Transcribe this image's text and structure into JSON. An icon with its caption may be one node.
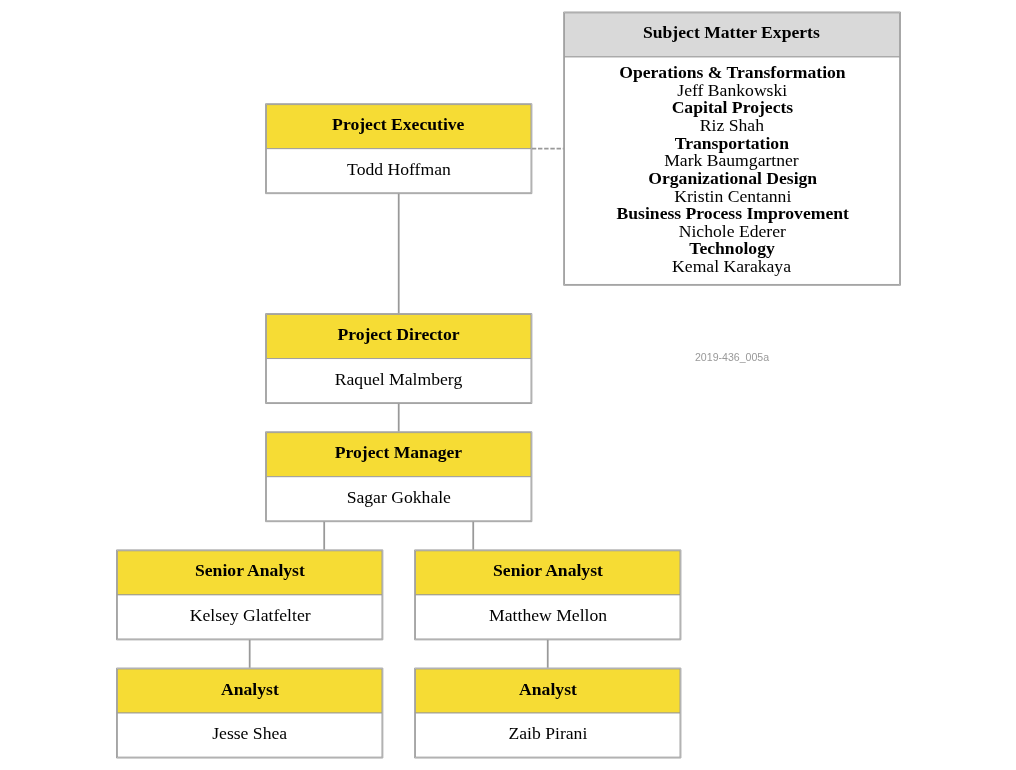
{
  "diagram": {
    "nodes": [
      {
        "text": [
          "Project Executive",
          "Todd Hoffman"
        ]
      },
      {
        "text": [
          "Project Director",
          "Raquel Malmberg"
        ]
      },
      {
        "text": [
          "Project Manager",
          "Sagar Gokhale"
        ]
      },
      {
        "text": [
          "Senior Analyst",
          "Kelsey Glatfelter"
        ]
      },
      {
        "text": [
          "Senior Analyst",
          "Matthew Mellon"
        ]
      },
      {
        "text": [
          "Analyst",
          "Jesse Shea"
        ]
      },
      {
        "text": [
          "Analyst",
          "Zaib Pirani"
        ]
      },
      {
        "text": [
          "Subject Matter Experts",
          "Operations & Transformation",
          "Jeff Bankowski",
          "Capital Projects",
          "Riz Shah",
          "Transportation",
          "Mark Baumgartner",
          "Organizational Design",
          "Kristin Centanni",
          "Business Process Improvement",
          "Nichole Ederer",
          "Technology",
          "Kemal Karakaya"
        ]
      }
    ],
    "edges": [
      {
        "from": 0,
        "to": 1,
        "arrow": "none"
      },
      {
        "from": 1,
        "to": 2,
        "arrow": "none"
      },
      {
        "from": 2,
        "to": 3,
        "arrow": "none"
      },
      {
        "from": 2,
        "to": 4,
        "arrow": "none"
      },
      {
        "from": 3,
        "to": 5,
        "arrow": "none"
      },
      {
        "from": 4,
        "to": 6,
        "arrow": "none"
      },
      {
        "from": 0,
        "to": 7,
        "arrow": "none",
        "style": "dashed"
      }
    ],
    "labels": [
      "2019-436_005a"
    ]
  }
}
